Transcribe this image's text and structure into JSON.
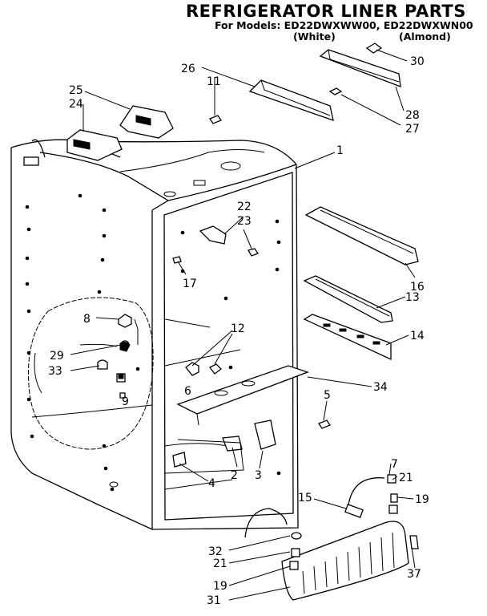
{
  "header": {
    "title": "REFRIGERATOR LINER PARTS",
    "models_line": "For Models: ED22DWXWW00, ED22DWXWN00",
    "color_white": "(White)",
    "color_almond": "(Almond)"
  },
  "callouts": [
    "1",
    "2",
    "3",
    "4",
    "5",
    "6",
    "7",
    "8",
    "9",
    "11",
    "12",
    "13",
    "14",
    "15",
    "16",
    "17",
    "19",
    "19",
    "21",
    "21",
    "22",
    "23",
    "24",
    "25",
    "26",
    "27",
    "28",
    "29",
    "30",
    "31",
    "32",
    "33",
    "34",
    "37"
  ]
}
